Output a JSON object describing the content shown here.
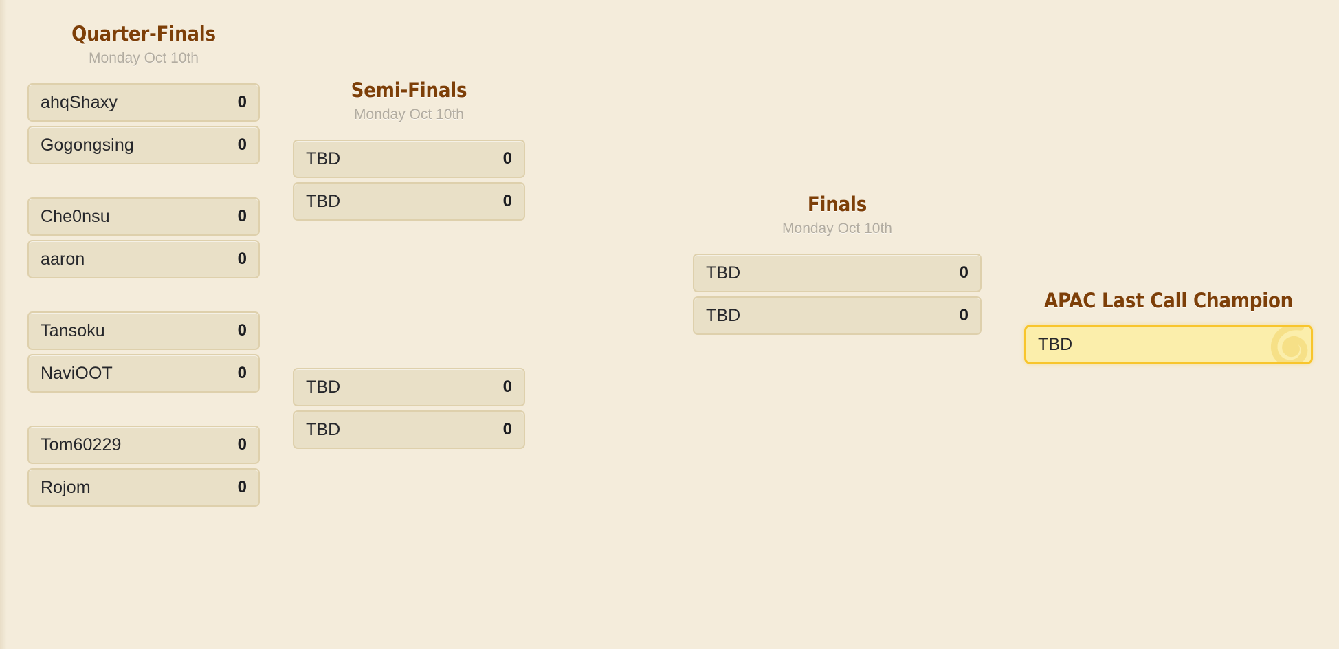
{
  "theme": {
    "page_background": "#f4ecdb",
    "slot_background": "#e9e0c7",
    "slot_border": "#ded0ac",
    "heading_color": "#7d3f08",
    "date_color": "#b2aca0",
    "champion_background": "#fbeeab",
    "champion_border": "#f8c52c",
    "text_color": "#26272b"
  },
  "rounds": [
    {
      "id": "quarter-finals",
      "title": "Quarter-Finals",
      "date": "Monday Oct 10th",
      "matches": [
        {
          "slots": [
            {
              "name": "ahqShaxy",
              "score": "0"
            },
            {
              "name": "Gogongsing",
              "score": "0"
            }
          ]
        },
        {
          "slots": [
            {
              "name": "Che0nsu",
              "score": "0"
            },
            {
              "name": "aaron",
              "score": "0"
            }
          ]
        },
        {
          "slots": [
            {
              "name": "Tansoku",
              "score": "0"
            },
            {
              "name": "NaviOOT",
              "score": "0"
            }
          ]
        },
        {
          "slots": [
            {
              "name": "Tom60229",
              "score": "0"
            },
            {
              "name": "Rojom",
              "score": "0"
            }
          ]
        }
      ]
    },
    {
      "id": "semi-finals",
      "title": "Semi-Finals",
      "date": "Monday Oct 10th",
      "matches": [
        {
          "slots": [
            {
              "name": "TBD",
              "score": "0"
            },
            {
              "name": "TBD",
              "score": "0"
            }
          ]
        },
        {
          "slots": [
            {
              "name": "TBD",
              "score": "0"
            },
            {
              "name": "TBD",
              "score": "0"
            }
          ]
        }
      ]
    },
    {
      "id": "finals",
      "title": "Finals",
      "date": "Monday Oct 10th",
      "matches": [
        {
          "slots": [
            {
              "name": "TBD",
              "score": "0"
            },
            {
              "name": "TBD",
              "score": "0"
            }
          ]
        }
      ]
    }
  ],
  "champion": {
    "title": "APAC Last Call Champion",
    "name": "TBD",
    "decoration": "swirl-icon"
  }
}
